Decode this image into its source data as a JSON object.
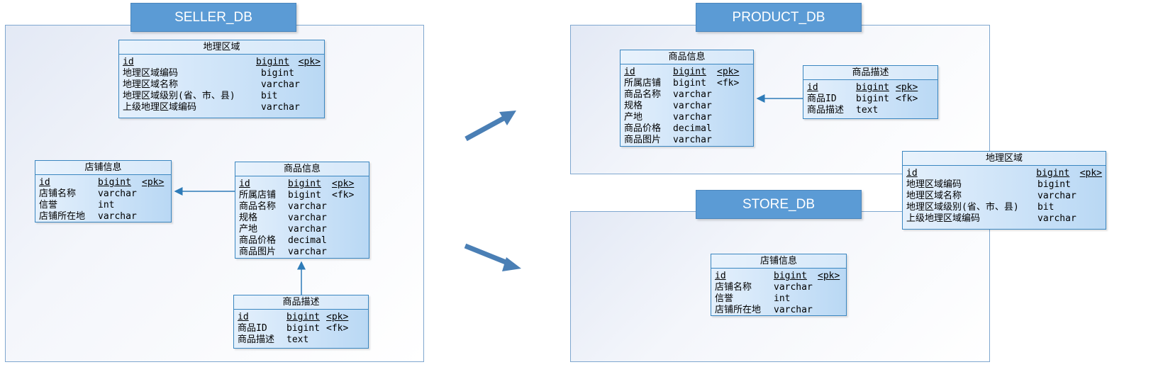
{
  "db_titles": {
    "seller": "SELLER_DB",
    "product": "PRODUCT_DB",
    "store": "STORE_DB"
  },
  "tables": {
    "region": {
      "title": "地理区域",
      "rows": [
        {
          "name": "id",
          "type": "bigint",
          "key": "<pk>"
        },
        {
          "name": "地理区域编码",
          "type": "bigint",
          "key": ""
        },
        {
          "name": "地理区域名称",
          "type": "varchar",
          "key": ""
        },
        {
          "name": "地理区域级别(省、市、县)",
          "type": "bit",
          "key": ""
        },
        {
          "name": "上级地理区域编码",
          "type": "varchar",
          "key": ""
        }
      ]
    },
    "store": {
      "title": "店铺信息",
      "rows": [
        {
          "name": "id",
          "type": "bigint",
          "key": "<pk>"
        },
        {
          "name": "店铺名称",
          "type": "varchar",
          "key": ""
        },
        {
          "name": "信誉",
          "type": "int",
          "key": ""
        },
        {
          "name": "店铺所在地",
          "type": "varchar",
          "key": ""
        }
      ]
    },
    "product": {
      "title": "商品信息",
      "rows": [
        {
          "name": "id",
          "type": "bigint",
          "key": "<pk>"
        },
        {
          "name": "所属店铺",
          "type": "bigint",
          "key": "<fk>"
        },
        {
          "name": "商品名称",
          "type": "varchar",
          "key": ""
        },
        {
          "name": "规格",
          "type": "varchar",
          "key": ""
        },
        {
          "name": "产地",
          "type": "varchar",
          "key": ""
        },
        {
          "name": "商品价格",
          "type": "decimal",
          "key": ""
        },
        {
          "name": "商品图片",
          "type": "varchar",
          "key": ""
        }
      ]
    },
    "product_desc": {
      "title": "商品描述",
      "rows": [
        {
          "name": "id",
          "type": "bigint",
          "key": "<pk>"
        },
        {
          "name": "商品ID",
          "type": "bigint",
          "key": "<fk>"
        },
        {
          "name": "商品描述",
          "type": "text",
          "key": ""
        }
      ]
    }
  },
  "colors": {
    "title_fill": "#5b9bd5",
    "entity_border": "#3a86c0",
    "connector": "#2e7bb8",
    "big_arrow": "#4a7fb5",
    "db_border": "#7fa7cf"
  }
}
